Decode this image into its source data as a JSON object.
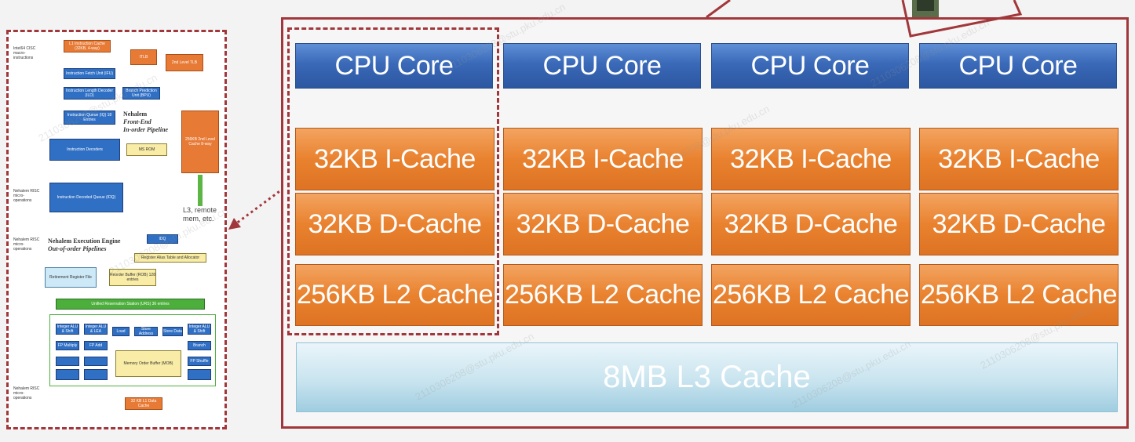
{
  "cores": [
    {
      "core_label": "CPU Core",
      "icache_label": "32KB I-Cache",
      "dcache_label": "32KB D-Cache",
      "l2_label": "256KB L2 Cache"
    },
    {
      "core_label": "CPU Core",
      "icache_label": "32KB I-Cache",
      "dcache_label": "32KB D-Cache",
      "l2_label": "256KB L2 Cache"
    },
    {
      "core_label": "CPU Core",
      "icache_label": "32KB I-Cache",
      "dcache_label": "32KB D-Cache",
      "l2_label": "256KB L2 Cache"
    },
    {
      "core_label": "CPU Core",
      "icache_label": "32KB I-Cache",
      "dcache_label": "32KB D-Cache",
      "l2_label": "256KB L2 Cache"
    }
  ],
  "l3_label": "8MB L3 Cache",
  "watermark": "2110306208@stu.pku.edu.cn",
  "pipeline": {
    "front_end_title": "Nehalem",
    "front_end_sub1": "Front-End",
    "front_end_sub2": "In-order Pipeline",
    "exec_title": "Nehalem Execution Engine",
    "exec_sub": "Out-of-order Pipelines",
    "icache": "L1 Instruction Cache (32KB, 4-way)",
    "itlb": "ITLB",
    "fetch": "Instruction Fetch Unit (IFU)",
    "l2tlb": "2nd Level TLB",
    "length_decoder": "Instruction Length Decoder (ILD)",
    "bpu": "Branch Prediction Unit (BPU)",
    "queue": "Instruction Queue (IQ) 18 Entries",
    "l2cache": "256KB 2nd Level Cache 8-way",
    "decoders": "Instruction Decoders",
    "ms_rom": "MS ROM",
    "idq": "Instruction Decoded Queue (IDQ)",
    "l3_note": "L3, remote mem, etc.",
    "idq_box": "IDQ",
    "rat": "Register Alias Table and Allocator",
    "retire_file": "Retirement Register File",
    "rob": "Reorder Buffer (ROB) 128 entries",
    "rs": "Unified Reservation Station (URS) 36 entries",
    "mob": "Memory Order Buffer (MOB)",
    "l1d": "32 KB L1 Data Cache",
    "units": [
      "Integer ALU & Shift",
      "Integer ALU & LEA",
      "Load",
      "Store Address",
      "Store Data",
      "Integer ALU & Shift",
      "FP Multiply",
      "FP Add",
      "Branch",
      "FP Shuffle"
    ],
    "side_labels": [
      "Intel64 CISC macro-instructions",
      "Nehalem RISC micro-operations",
      "Nehalem RISC micro-operations",
      "Nehalem RISC micro-operations"
    ]
  }
}
